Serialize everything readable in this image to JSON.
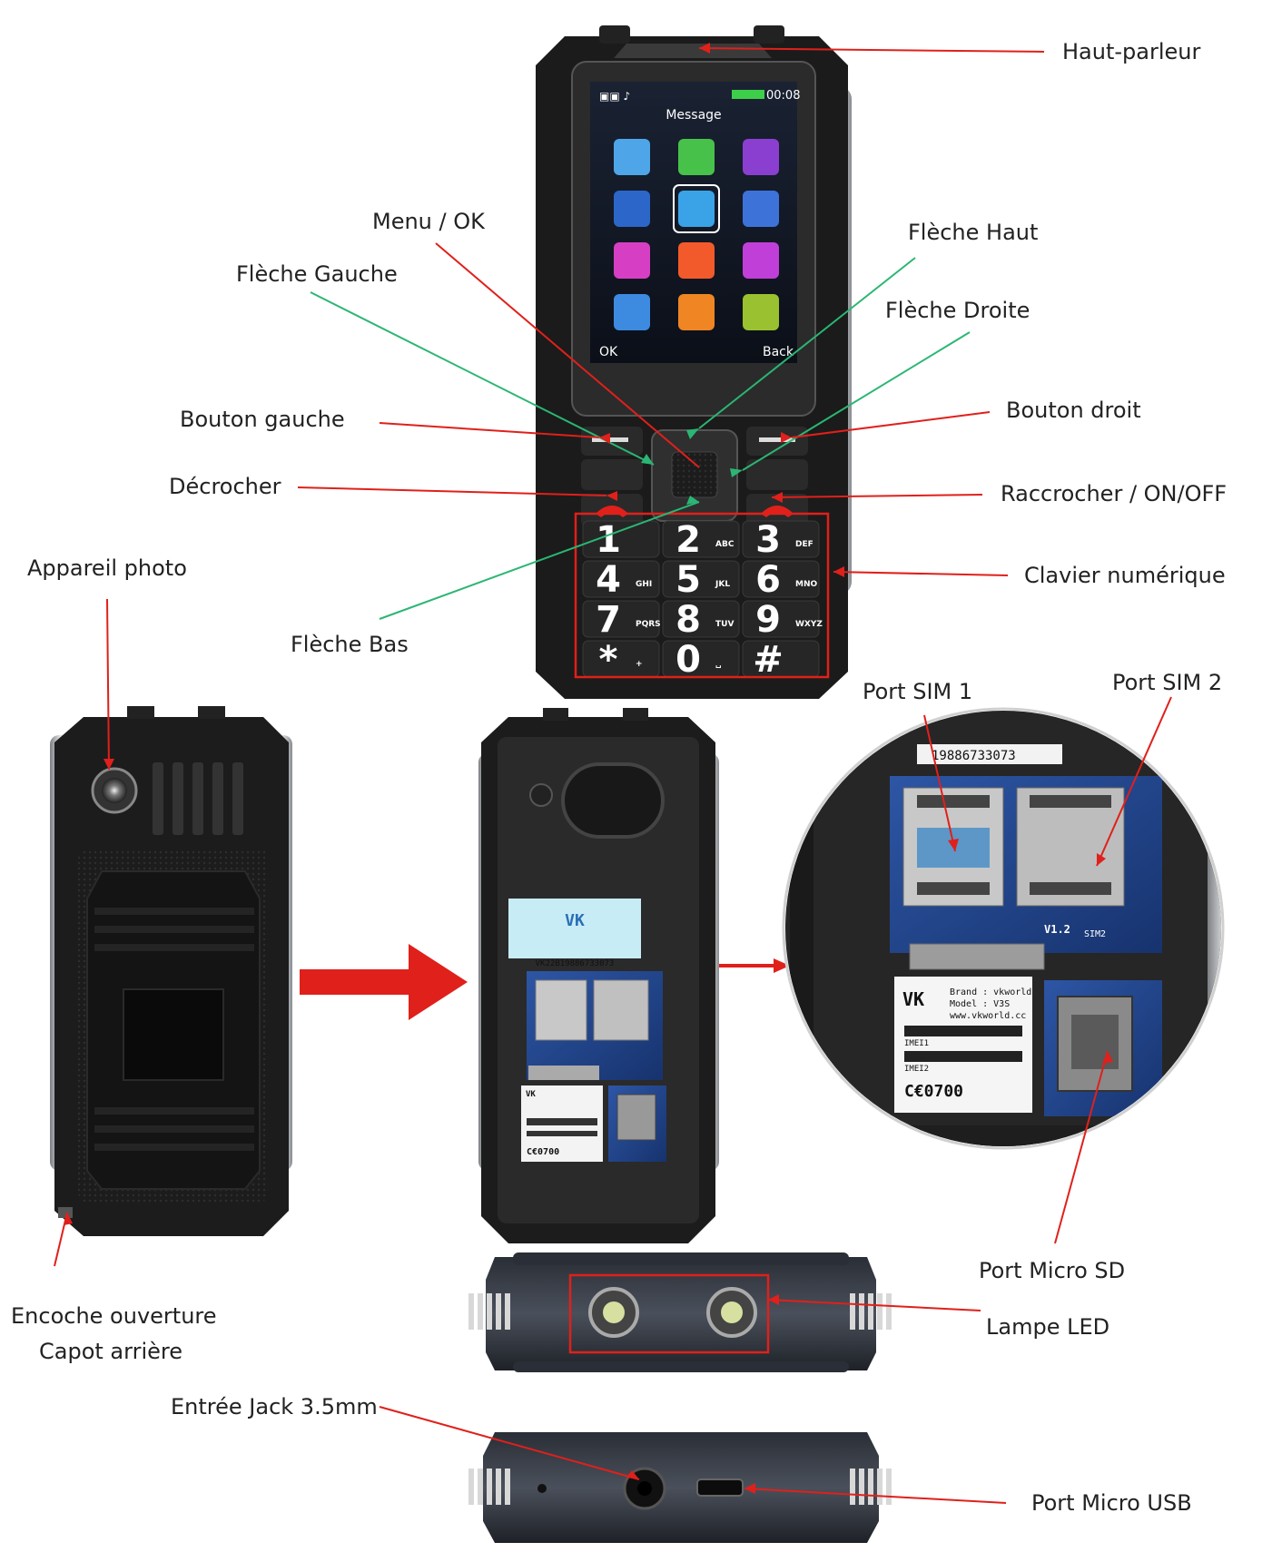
{
  "labels": {
    "speaker": "Haut-parleur",
    "menu_ok": "Menu / OK",
    "arrow_left": "Flèche Gauche",
    "arrow_up": "Flèche Haut",
    "arrow_right": "Flèche Droite",
    "button_left": "Bouton gauche",
    "button_right": "Bouton droit",
    "pickup": "Décrocher",
    "hangup": "Raccrocher / ON/OFF",
    "camera": "Appareil photo",
    "keypad": "Clavier numérique",
    "arrow_down": "Flèche Bas",
    "sim1": "Port SIM 1",
    "sim2": "Port SIM 2",
    "back_notch_1": "Encoche ouverture",
    "back_notch_2": "Capot arrière",
    "micro_sd": "Port Micro SD",
    "led": "Lampe LED",
    "jack": "Entrée Jack 3.5mm",
    "micro_usb": "Port Micro USB"
  },
  "screen": {
    "time": "00:08",
    "title": "Message",
    "softkey_left": "OK",
    "softkey_right": "Back"
  },
  "keypad": {
    "keys": [
      {
        "main": "1",
        "sub": ""
      },
      {
        "main": "2",
        "sub": "ABC"
      },
      {
        "main": "3",
        "sub": "DEF"
      },
      {
        "main": "4",
        "sub": "GHI"
      },
      {
        "main": "5",
        "sub": "JKL"
      },
      {
        "main": "6",
        "sub": "MNO"
      },
      {
        "main": "7",
        "sub": "PQRS"
      },
      {
        "main": "8",
        "sub": "TUV"
      },
      {
        "main": "9",
        "sub": "WXYZ"
      },
      {
        "main": "*",
        "sub": "+"
      },
      {
        "main": "0",
        "sub": "␣"
      },
      {
        "main": "#",
        "sub": ""
      }
    ]
  },
  "sticker": {
    "serial_top": "19886733073",
    "serial_small": "VK22B19886733073",
    "brand": "Brand : vkworld",
    "model": "Model : V3S",
    "website": "www.vkworld.cc",
    "imei1": "IMEI1",
    "imei2": "IMEI2",
    "ce_mark": "C€0700",
    "board_v12": "V1.2",
    "board_sim2": "SIM2",
    "logo": "VK"
  },
  "colors": {
    "label_red": "#e0201b",
    "label_green": "#2bb673",
    "phone_body": "#1b1b1b",
    "phone_silver": "#b9bcc0"
  }
}
